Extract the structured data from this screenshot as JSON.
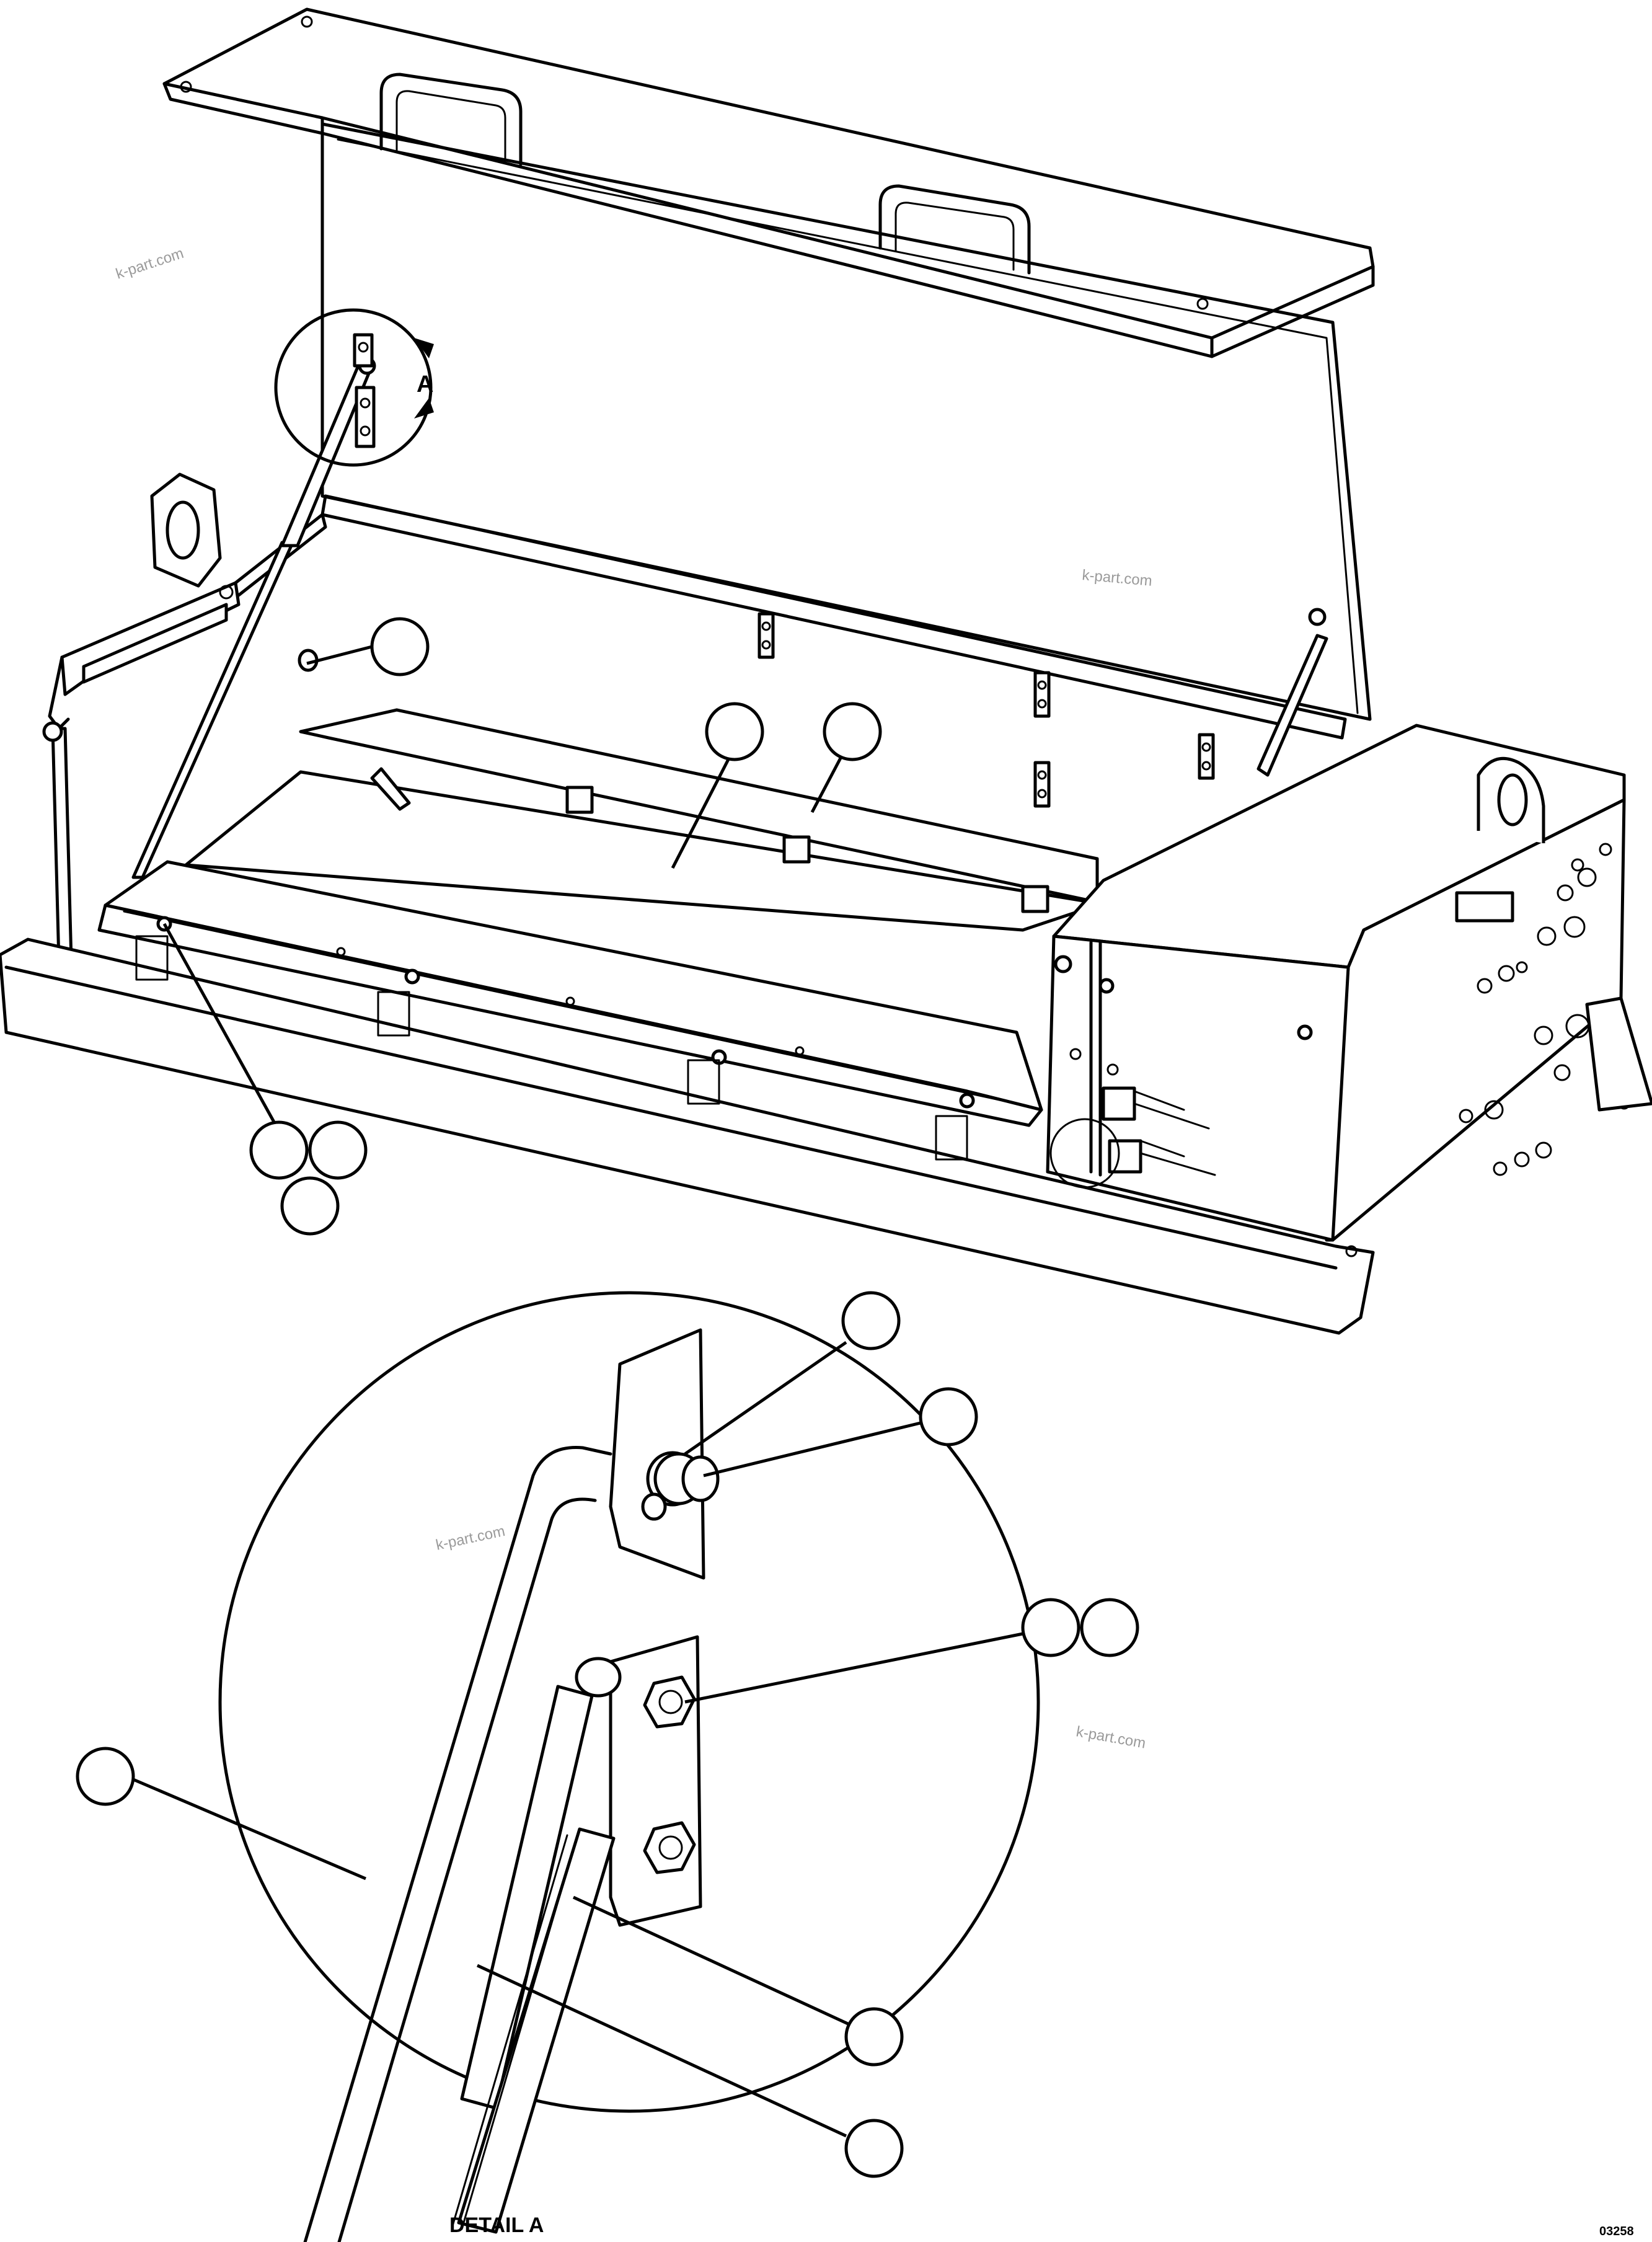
{
  "detail_view_marker": "A",
  "detail_caption": "DETAIL A",
  "drawing_number": "03258",
  "watermarks": [
    "k-part.com",
    "k-part.com",
    "k-part.com",
    "k-part.com"
  ],
  "callouts_main": [
    "",
    "",
    "",
    "",
    "",
    "",
    ""
  ],
  "callouts_detail": [
    "",
    "",
    "",
    "",
    "",
    ""
  ],
  "colors": {
    "line": "#000000",
    "background": "#ffffff",
    "watermark": "#9a9a9a"
  }
}
